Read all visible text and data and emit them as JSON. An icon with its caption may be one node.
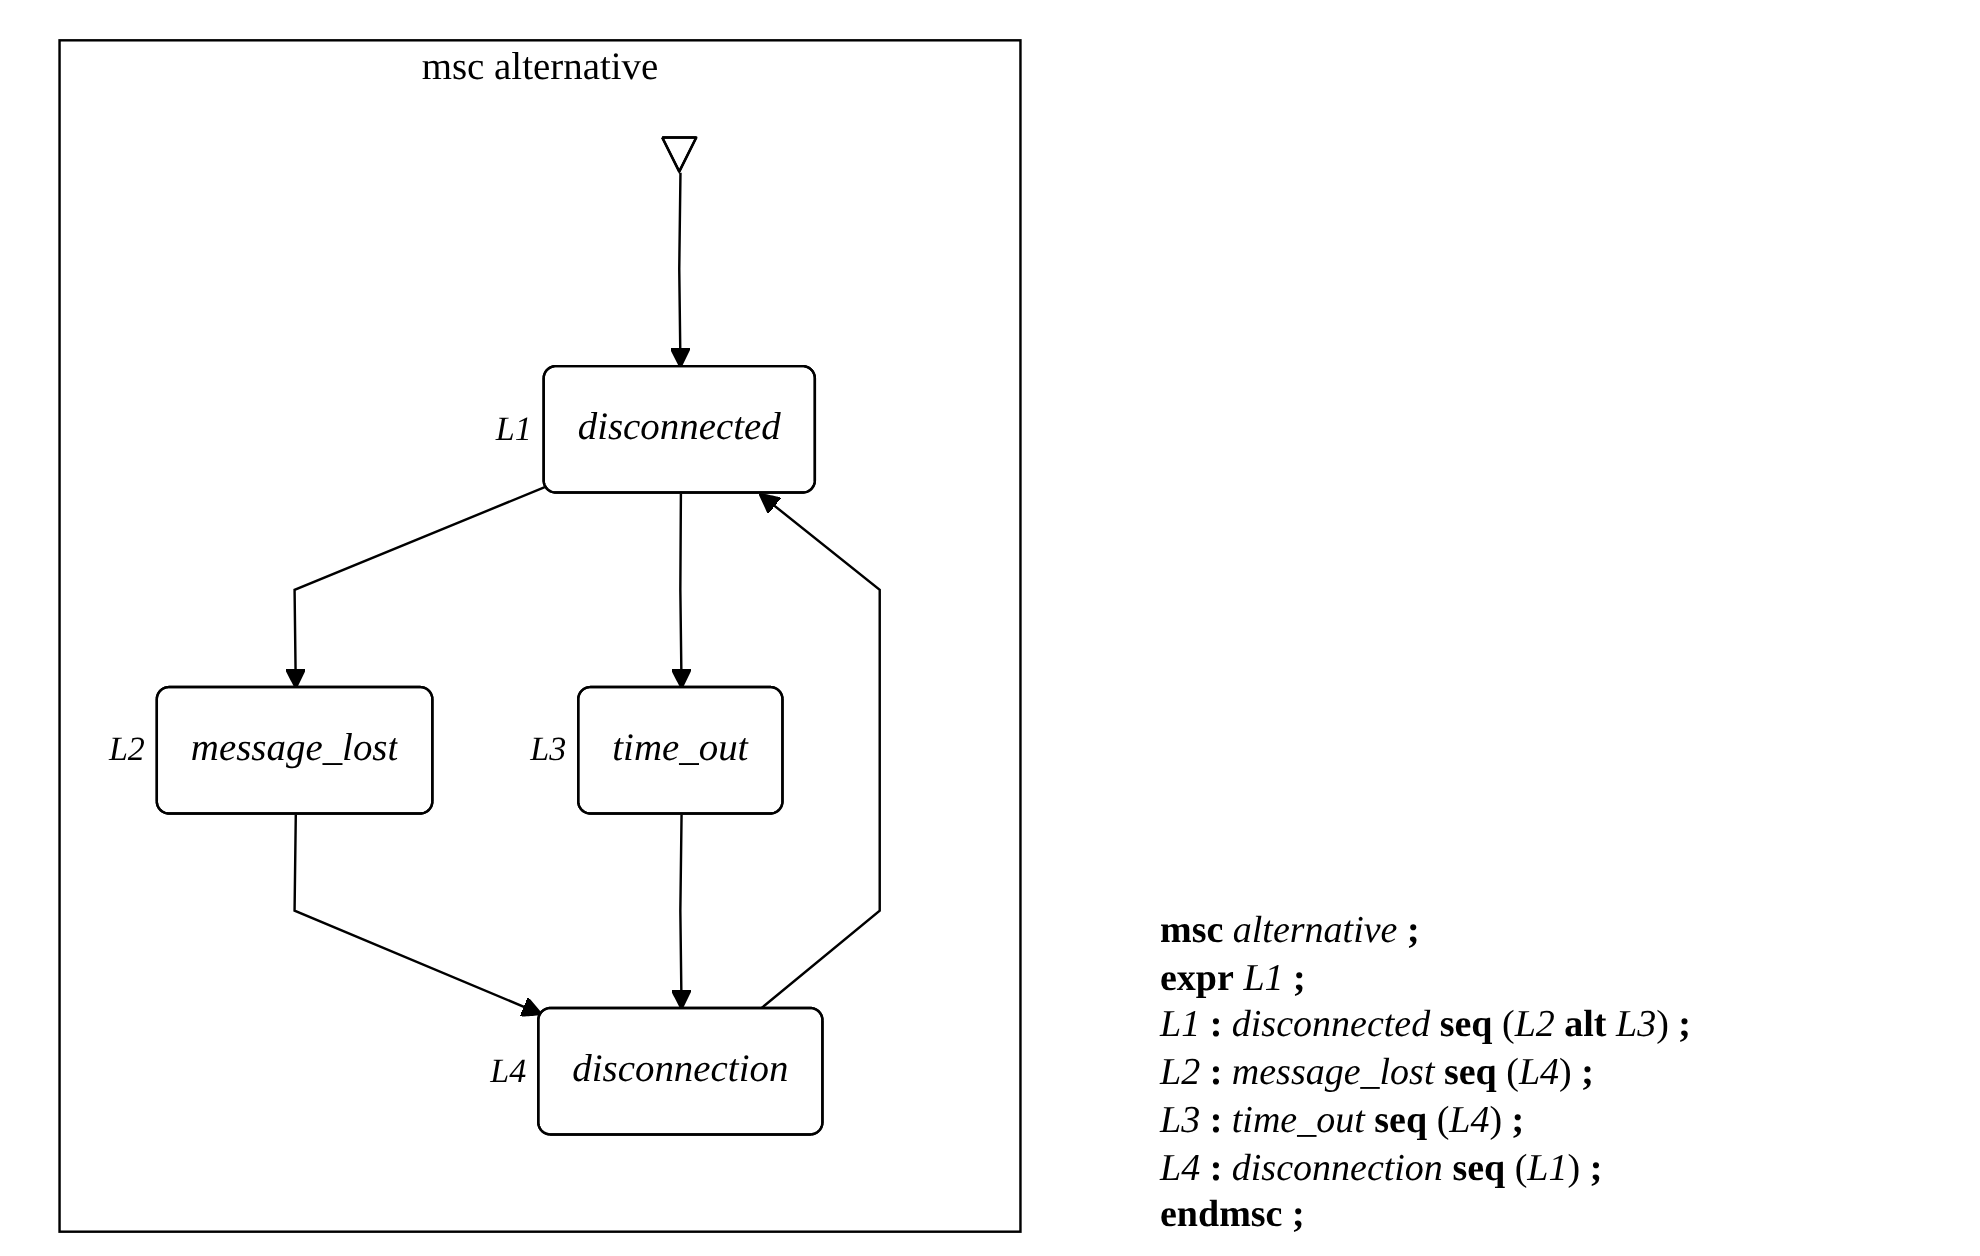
{
  "diagram": {
    "nodes": [
      {
        "text": [
          "msc alternative"
        ]
      },
      {
        "text": [],
        "shape": "triangle",
        "in": 0
      },
      {
        "text": [
          "disconnected"
        ],
        "beside": [
          "L1"
        ],
        "in": 0
      },
      {
        "text": [
          "message_lost"
        ],
        "beside": [
          "L2"
        ],
        "in": 0
      },
      {
        "text": [
          "time_out"
        ],
        "beside": [
          "L3"
        ],
        "in": 0
      },
      {
        "text": [
          "disconnection"
        ],
        "beside": [
          "L4"
        ],
        "in": 0
      }
    ],
    "edges": [
      {
        "from": 1,
        "to": 2,
        "arrow": "to"
      },
      {
        "from": 2,
        "to": 3,
        "arrow": "to"
      },
      {
        "from": 2,
        "to": 4,
        "arrow": "to"
      },
      {
        "from": 3,
        "to": 5,
        "arrow": "to"
      },
      {
        "from": 4,
        "to": 5,
        "arrow": "to"
      },
      {
        "from": 5,
        "to": 2,
        "arrow": "to"
      }
    ],
    "labels": [
      "**msc** *alternative* **;**",
      "**expr** *L1* **;**",
      "*L1* **:** *disconnected* **seq** (*L2* **alt** *L3*) **;**",
      "*L2* **:** *message_lost* **seq** (*L4*) **;**",
      "*L3* **:** *time_out* **seq** (*L4*) **;**",
      "*L4* **:** *disconnection* **seq** (*L1*) **;**",
      "**endmsc ;**"
    ]
  }
}
